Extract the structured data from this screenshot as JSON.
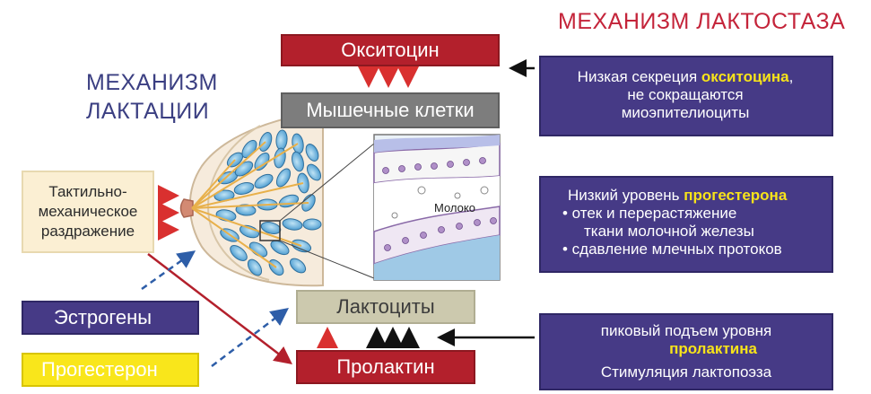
{
  "titles": {
    "lactostasis": "МЕХАНИЗМ ЛАКТОСТАЗА",
    "lactation_line1": "МЕХАНИЗМ",
    "lactation_line2": "ЛАКТАЦИИ"
  },
  "boxes": {
    "oxytocin": "Окситоцин",
    "muscle_cells": "Мышечные клетки",
    "lactocytes": "Лактоциты",
    "prolactin": "Пролактин",
    "tactile_line1": "Тактильно-",
    "tactile_line2": "механическое",
    "tactile_line3": "раздражение",
    "estrogens": "Эстрогены",
    "progesterone": "Прогестерон"
  },
  "panels": {
    "oxytocin_panel": {
      "line1_prefix": "Низкая секреция ",
      "line1_highlight": "окситоцина",
      "line1_suffix": ",",
      "line2": "не сокращаются",
      "line3": "миоэпителиоциты"
    },
    "progesterone_panel": {
      "line1_prefix": "Низкий уровень ",
      "line1_highlight": "прогестерона",
      "line2": "• отек и перерастяжение",
      "line3": "ткани молочной железы",
      "line4": "• сдавление млечных протоков"
    },
    "prolactin_panel": {
      "line1": "пиковый подъем уровня",
      "line2_highlight": "пролактина",
      "line3": "Стимуляция лактопоэза"
    }
  },
  "illustration": {
    "milk_label": "Молоко"
  },
  "colors": {
    "accent_red": "#b3202c",
    "panel_purple": "#463a86",
    "highlight_yellow": "#f7e31a",
    "title_red": "#c4243a",
    "title_navy": "#3b3f82",
    "arrow_red": "#d9302f",
    "dashed_blue": "#2e5ea8"
  }
}
